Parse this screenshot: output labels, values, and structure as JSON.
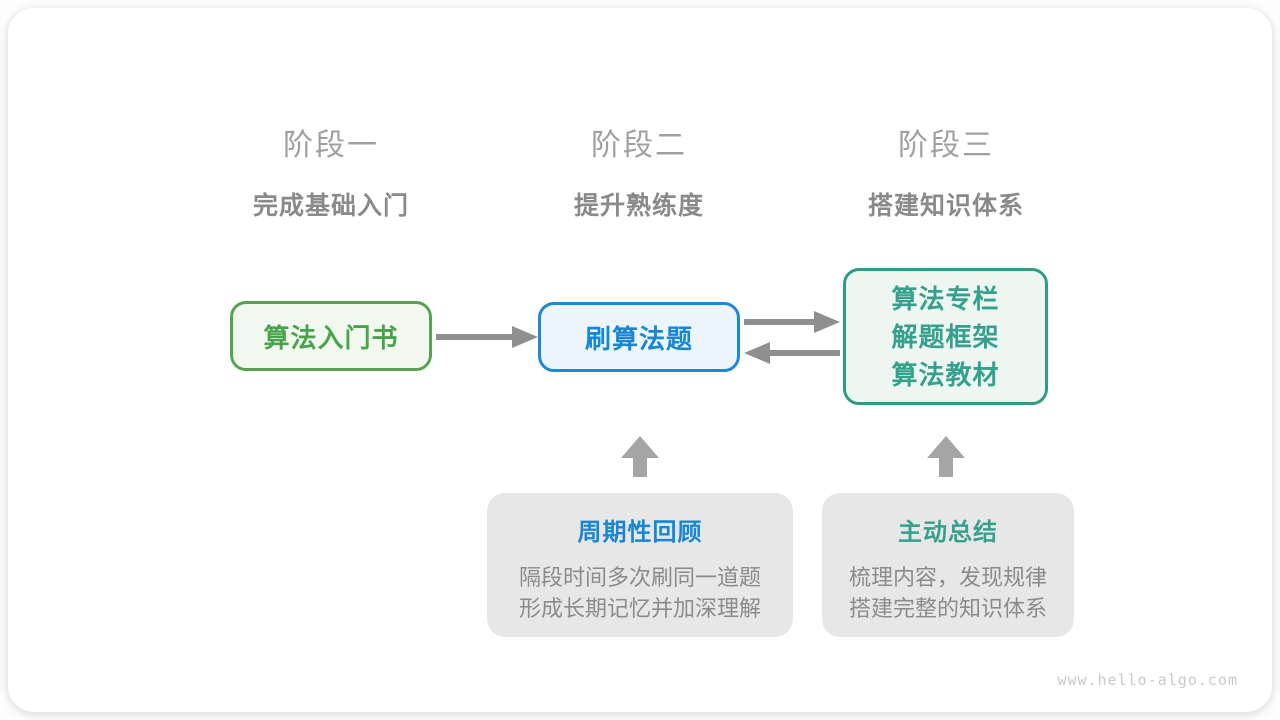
{
  "stages": [
    {
      "title": "阶段一",
      "subtitle": "完成基础入门"
    },
    {
      "title": "阶段二",
      "subtitle": "提升熟练度"
    },
    {
      "title": "阶段三",
      "subtitle": "搭建知识体系"
    }
  ],
  "nodes": {
    "book": {
      "label": "算法入门书"
    },
    "practice": {
      "label": "刷算法题"
    },
    "resources": {
      "lines": [
        "算法专栏",
        "解题框架",
        "算法教材"
      ]
    }
  },
  "callouts": [
    {
      "title": "周期性回顾",
      "body_lines": [
        "隔段时间多次刷同一道题",
        "形成长期记忆并加深理解"
      ]
    },
    {
      "title": "主动总结",
      "body_lines": [
        "梳理内容，发现规律",
        "搭建完整的知识体系"
      ]
    }
  ],
  "watermark": "www.hello-algo.com",
  "colors": {
    "node_book_border": "#5ba153",
    "node_book_bg": "#f2f8ef",
    "node_book_text": "#49a34c",
    "node_practice_border": "#1e88d4",
    "node_practice_bg": "#ecf5fc",
    "node_practice_text": "#1886d2",
    "node_resources_border": "#2f9c86",
    "node_resources_bg": "#eef6f2",
    "node_resources_text": "#35a18d",
    "callout_bg": "#e7e7e7",
    "callout_review_title": "#1886d2",
    "callout_summary_title": "#35a18d",
    "stage_title": "#a0a0a0",
    "stage_subtitle": "#8a8a8a",
    "body_text": "#8b8b8b",
    "arrow": "#8f8f8f",
    "block_arrow": "#a5a5a5",
    "watermark": "#c9c9c9"
  }
}
